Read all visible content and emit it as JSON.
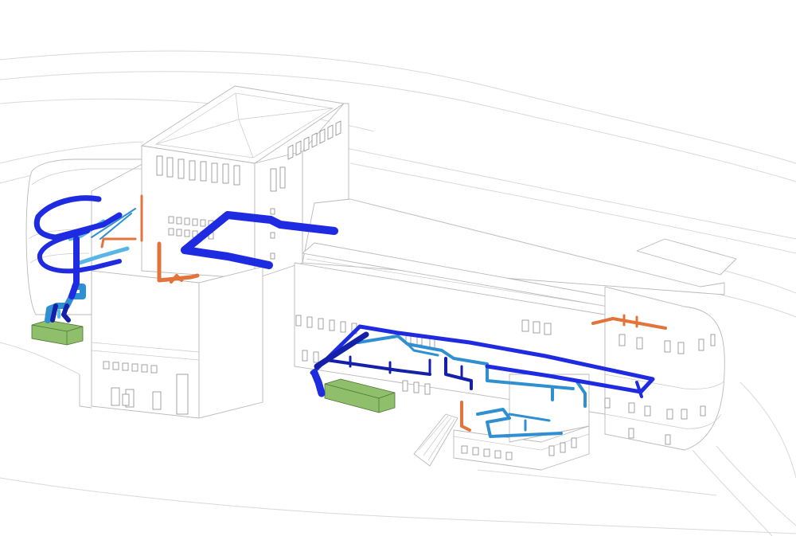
{
  "colors": {
    "background": "#ffffff",
    "building_lines": "#b9b9b9",
    "supply_duct": "#1f2be0",
    "supply_duct_dark": "#1420a8",
    "return_duct": "#2f8fd0",
    "return_duct_light": "#57b6e6",
    "exhaust_duct": "#e2733a",
    "air_handling_unit": "#8fbf6a"
  },
  "layers": {
    "building": "building-wireframe",
    "supply": "supply-ductwork",
    "return": "return-ductwork",
    "exhaust": "exhaust-ductwork",
    "equipment": "air-handling-units"
  }
}
